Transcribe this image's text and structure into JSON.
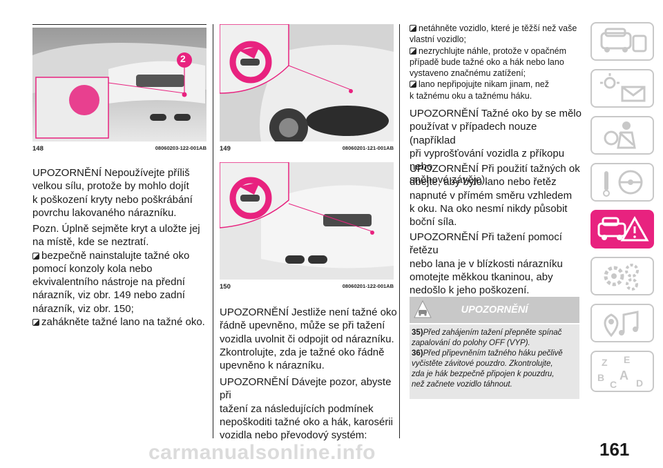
{
  "figures": [
    {
      "number": "148",
      "code": "08060203-122-001AB",
      "callout": "2"
    },
    {
      "number": "149",
      "code": "08060201-121-001AB"
    },
    {
      "number": "150",
      "code": "08060201-122-001AB"
    }
  ],
  "col1": {
    "p1": [
      "UPOZORNĚNÍ Nepoužívejte příliš",
      "velkou sílu, protože by mohlo dojít",
      "k poškození kryty nebo poškrábání",
      "povrchu lakovaného nárazníku."
    ],
    "p2": [
      "Pozn.  Úplně sejměte kryt a uložte jej",
      "na místě, kde se neztratí."
    ],
    "b1": [
      "bezpečně nainstalujte tažné oko",
      "pomocí konzoly kola nebo",
      "ekvivalentního nástroje na přední",
      "nárazník, viz obr. 149 nebo zadní",
      "nárazník, viz obr. 150;"
    ],
    "b2": [
      "zahákněte tažné lano na tažné oko."
    ]
  },
  "col2": {
    "p1": [
      "UPOZORNĚNÍ Jestliže není tažné oko",
      "řádně upevněno, může se při tažení",
      "vozidla uvolnit či odpojit od nárazníku.",
      "Zkontrolujte, zda je tažné oko řádně",
      "upevněno k nárazníku."
    ],
    "p2": [
      "UPOZORNĚNÍ Dávejte pozor, abyste při",
      "tažení za následujících podmínek",
      "nepoškoditi tažné oko a hák, karosérii",
      "vozidla nebo převodový systém:"
    ]
  },
  "col3": {
    "b1": [
      "netáhněte vozidlo, které je těžší než vaše",
      "vlastní vozidlo;"
    ],
    "b2": [
      "nezrychlujte náhle, protože v opačném",
      "případě bude tažné oko a hák nebo lano",
      "vystaveno značnému zatížení;"
    ],
    "b3": [
      "lano nepřipojujte nikam jinam, než",
      "k tažnému oku a tažnému háku."
    ],
    "p1": [
      "UPOZORNĚNÍ Tažné oko by se mělo",
      "používat v případech nouze (například",
      "při vyprošťování vozidla z příkopu nebo",
      "sněhové závěje)."
    ],
    "p2": [
      "UPOZORNĚNÍ Při použití tažných ok",
      "dbejte, aby bylo lano nebo řetěz",
      "napnuté v přímém směru vzhledem",
      "k oku. Na oko nesmí nikdy působit",
      "boční síla."
    ],
    "p3": [
      "UPOZORNĚNÍ Při tažení pomocí řetězu",
      "nebo lana je v blízkosti nárazníku",
      "omotejte měkkou tkaninou, aby",
      "nedošlo k jeho poškození."
    ]
  },
  "warning_box": {
    "title": "UPOZORNĚNÍ",
    "items": [
      {
        "num": "35)",
        "lines": [
          "Před zahájením tažení přepněte spínač",
          "zapalování do polohy OFF (VYP)."
        ]
      },
      {
        "num": "36)",
        "lines": [
          "Před připevněním tažného háku pečlivě",
          "vyčistěte závitové pouzdro. Zkontrolujte,",
          "zda je hák bezpečně připojen k pouzdru,",
          "než začnete vozidlo táhnout."
        ]
      }
    ]
  },
  "page_number": "161",
  "watermark": "carmanualsonline.info",
  "colors": {
    "accent": "#e8227f",
    "tab_border": "#c8c8c8",
    "warn_head": "#c8c8c8",
    "warn_body": "#e6e6e6"
  },
  "side_tabs": [
    {
      "icon": "car-dashboard-icon",
      "active": false
    },
    {
      "icon": "warning-lights-icon",
      "active": false
    },
    {
      "icon": "safety-airbag-icon",
      "active": false
    },
    {
      "icon": "steering-wheel-icon",
      "active": false
    },
    {
      "icon": "breakdown-icon",
      "active": true
    },
    {
      "icon": "gears-maintenance-icon",
      "active": false
    },
    {
      "icon": "multimedia-icon",
      "active": false
    },
    {
      "icon": "index-abc-icon",
      "active": false
    }
  ]
}
